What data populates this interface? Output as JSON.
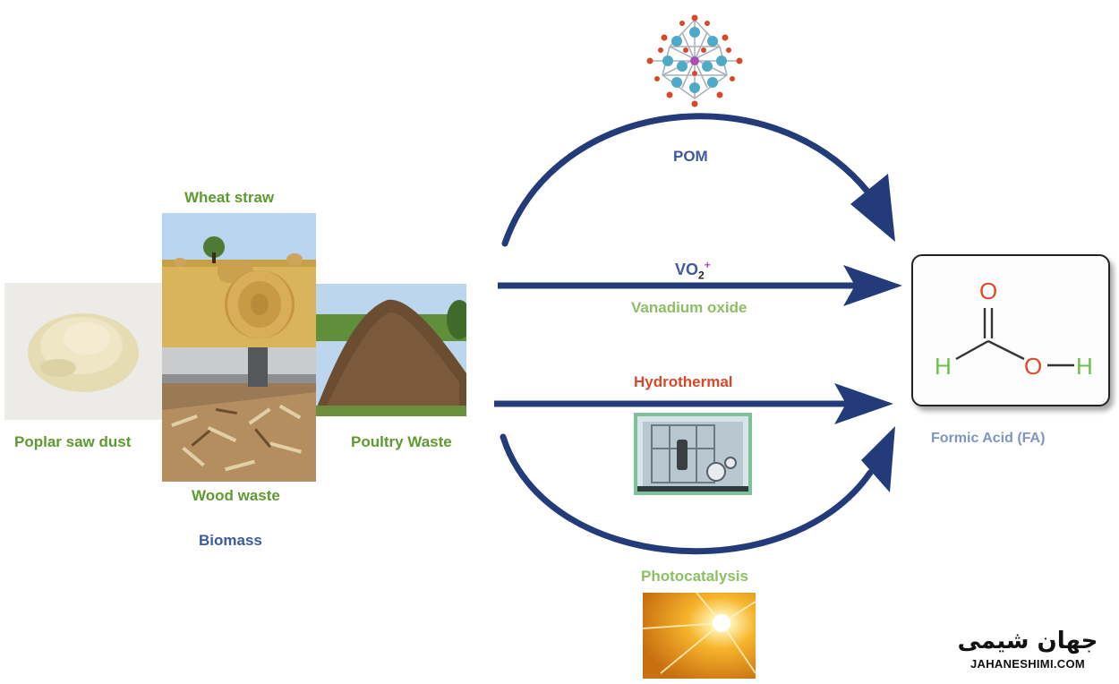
{
  "biomass": {
    "wheat_straw": "Wheat straw",
    "poplar_saw_dust": "Poplar saw dust",
    "wood_waste": "Wood waste",
    "poultry_waste": "Poultry Waste",
    "group_label": "Biomass"
  },
  "routes": {
    "pom": "POM",
    "vo2_prefix": "VO",
    "vo2_sub": "2",
    "vo2_sup": "+",
    "vanadium_oxide": "Vanadium oxide",
    "hydrothermal": "Hydrothermal",
    "photocatalysis": "Photocatalysis"
  },
  "product": {
    "atom_o_top": "O",
    "atom_h_left": "H",
    "atom_o_right": "O",
    "atom_h_right": "H",
    "label": "Formic Acid (FA)"
  },
  "logo": {
    "text_fa": "جهان شیمی",
    "text_en": "JAHANESHIMI.COM"
  },
  "colors": {
    "arrow": "#243b7a",
    "green_label": "#5f9a2f",
    "blue_label": "#3d5a9e",
    "red_label": "#d9482b",
    "oxygen": "#e04a2a",
    "hydrogen": "#6cc04a"
  }
}
